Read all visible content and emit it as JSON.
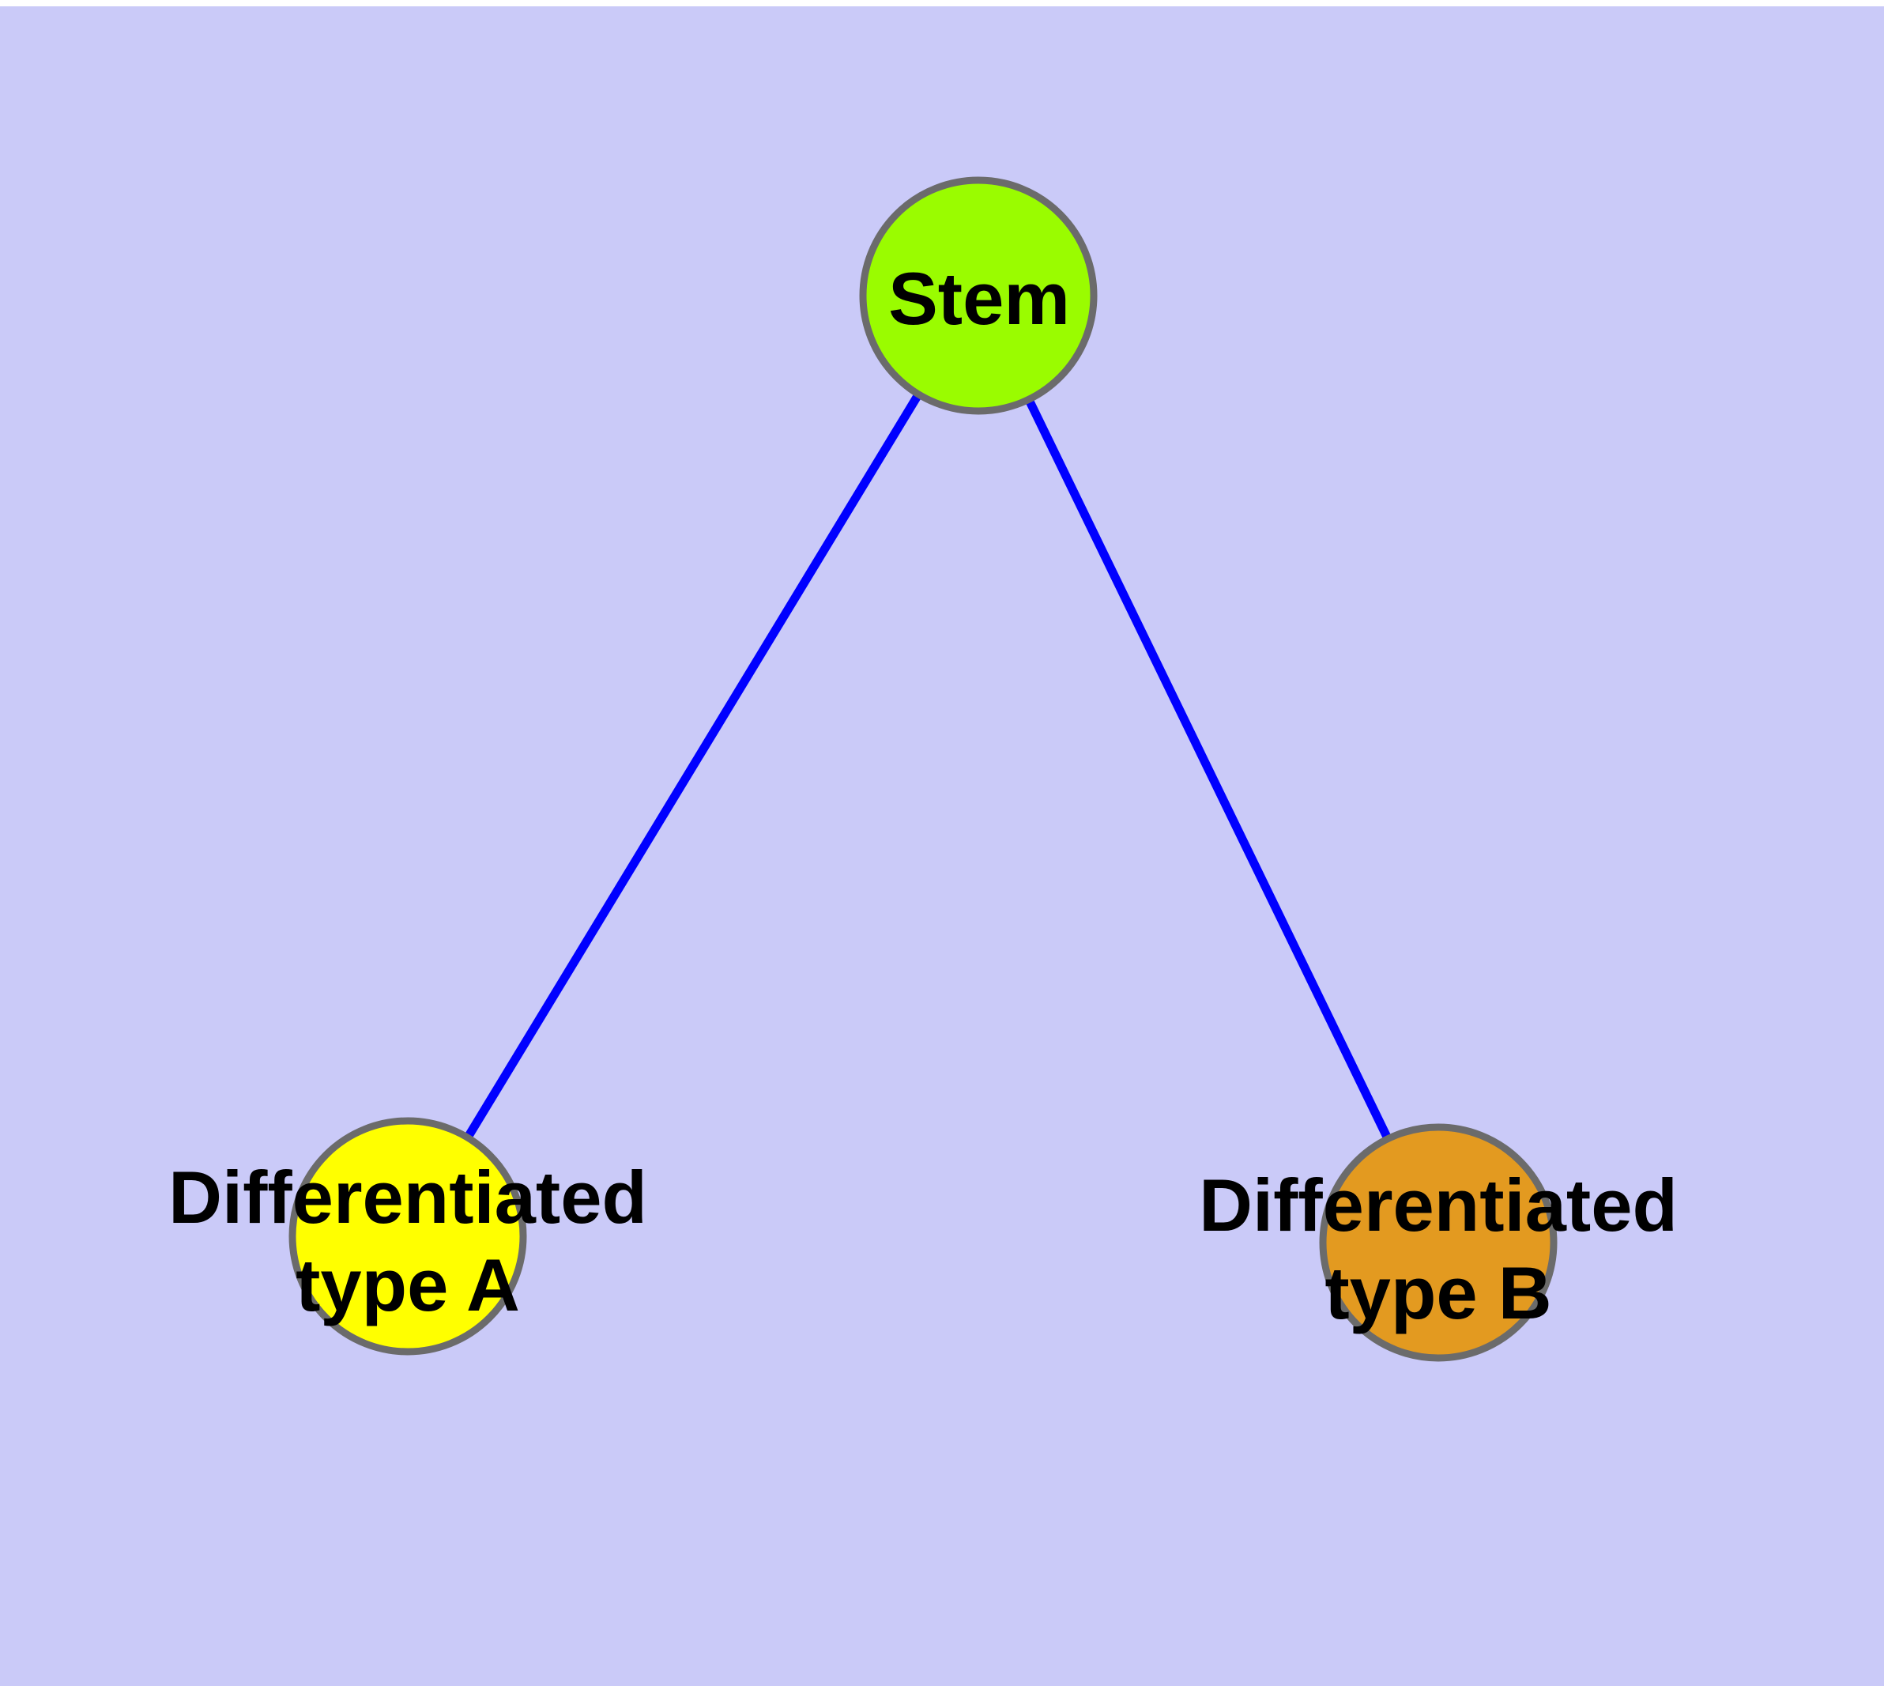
{
  "diagram": {
    "background_color": "#cacaf8",
    "margin_color": "#ffffff",
    "edge_color": "#0000ff",
    "node_border_color": "#6b6b6b",
    "text_color": "#000000",
    "nodes": [
      {
        "id": "stem",
        "label": "Stem",
        "fill": "#9afc00"
      },
      {
        "id": "differentiated-type-a",
        "label": "Differentiated type A",
        "label_line1": "Differentiated",
        "label_line2": "type A",
        "fill": "#ffff00"
      },
      {
        "id": "differentiated-type-b",
        "label": "Differentiated type B",
        "label_line1": "Differentiated",
        "label_line2": "type B",
        "fill": "#e39a20"
      }
    ],
    "edges": [
      {
        "from": "stem",
        "to": "differentiated-type-a"
      },
      {
        "from": "stem",
        "to": "differentiated-type-b"
      }
    ]
  }
}
